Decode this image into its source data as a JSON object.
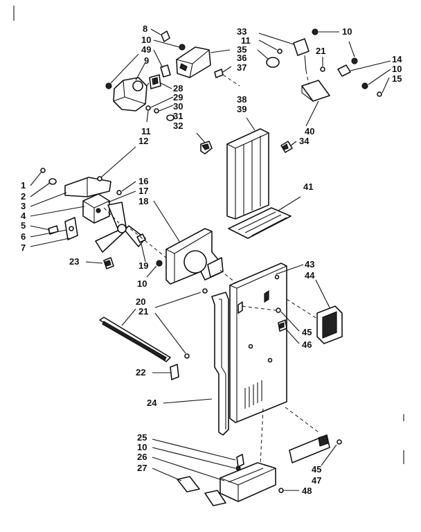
{
  "callouts": [
    {
      "id": "c1",
      "text": "1"
    },
    {
      "id": "c2",
      "text": "2"
    },
    {
      "id": "c3",
      "text": "3"
    },
    {
      "id": "c4",
      "text": "4"
    },
    {
      "id": "c5",
      "text": "5"
    },
    {
      "id": "c6",
      "text": "6"
    },
    {
      "id": "c7",
      "text": "7"
    },
    {
      "id": "c8",
      "text": "8"
    },
    {
      "id": "c9",
      "text": "9"
    },
    {
      "id": "c10a",
      "text": "10"
    },
    {
      "id": "c10b",
      "text": "10"
    },
    {
      "id": "c10c",
      "text": "10"
    },
    {
      "id": "c10d",
      "text": "10"
    },
    {
      "id": "c10e",
      "text": "10"
    },
    {
      "id": "c11a",
      "text": "11"
    },
    {
      "id": "c11b",
      "text": "11"
    },
    {
      "id": "c12",
      "text": "12"
    },
    {
      "id": "c14",
      "text": "14"
    },
    {
      "id": "c15",
      "text": "15"
    },
    {
      "id": "c16",
      "text": "16"
    },
    {
      "id": "c17",
      "text": "17"
    },
    {
      "id": "c18",
      "text": "18"
    },
    {
      "id": "c19",
      "text": "19"
    },
    {
      "id": "c20",
      "text": "20"
    },
    {
      "id": "c21a",
      "text": "21"
    },
    {
      "id": "c21b",
      "text": "21"
    },
    {
      "id": "c22",
      "text": "22"
    },
    {
      "id": "c23",
      "text": "23"
    },
    {
      "id": "c24",
      "text": "24"
    },
    {
      "id": "c25",
      "text": "25"
    },
    {
      "id": "c26",
      "text": "26"
    },
    {
      "id": "c27",
      "text": "27"
    },
    {
      "id": "c28",
      "text": "28"
    },
    {
      "id": "c29",
      "text": "29"
    },
    {
      "id": "c30",
      "text": "30"
    },
    {
      "id": "c31",
      "text": "31"
    },
    {
      "id": "c32",
      "text": "32"
    },
    {
      "id": "c33",
      "text": "33"
    },
    {
      "id": "c34",
      "text": "34"
    },
    {
      "id": "c35",
      "text": "35"
    },
    {
      "id": "c36",
      "text": "36"
    },
    {
      "id": "c37",
      "text": "37"
    },
    {
      "id": "c38",
      "text": "38"
    },
    {
      "id": "c39",
      "text": "39"
    },
    {
      "id": "c40",
      "text": "40"
    },
    {
      "id": "c41",
      "text": "41"
    },
    {
      "id": "c43",
      "text": "43"
    },
    {
      "id": "c44",
      "text": "44"
    },
    {
      "id": "c45a",
      "text": "45"
    },
    {
      "id": "c45b",
      "text": "45"
    },
    {
      "id": "c46",
      "text": "46"
    },
    {
      "id": "c47",
      "text": "47"
    },
    {
      "id": "c48",
      "text": "48"
    },
    {
      "id": "c49",
      "text": "49"
    }
  ]
}
